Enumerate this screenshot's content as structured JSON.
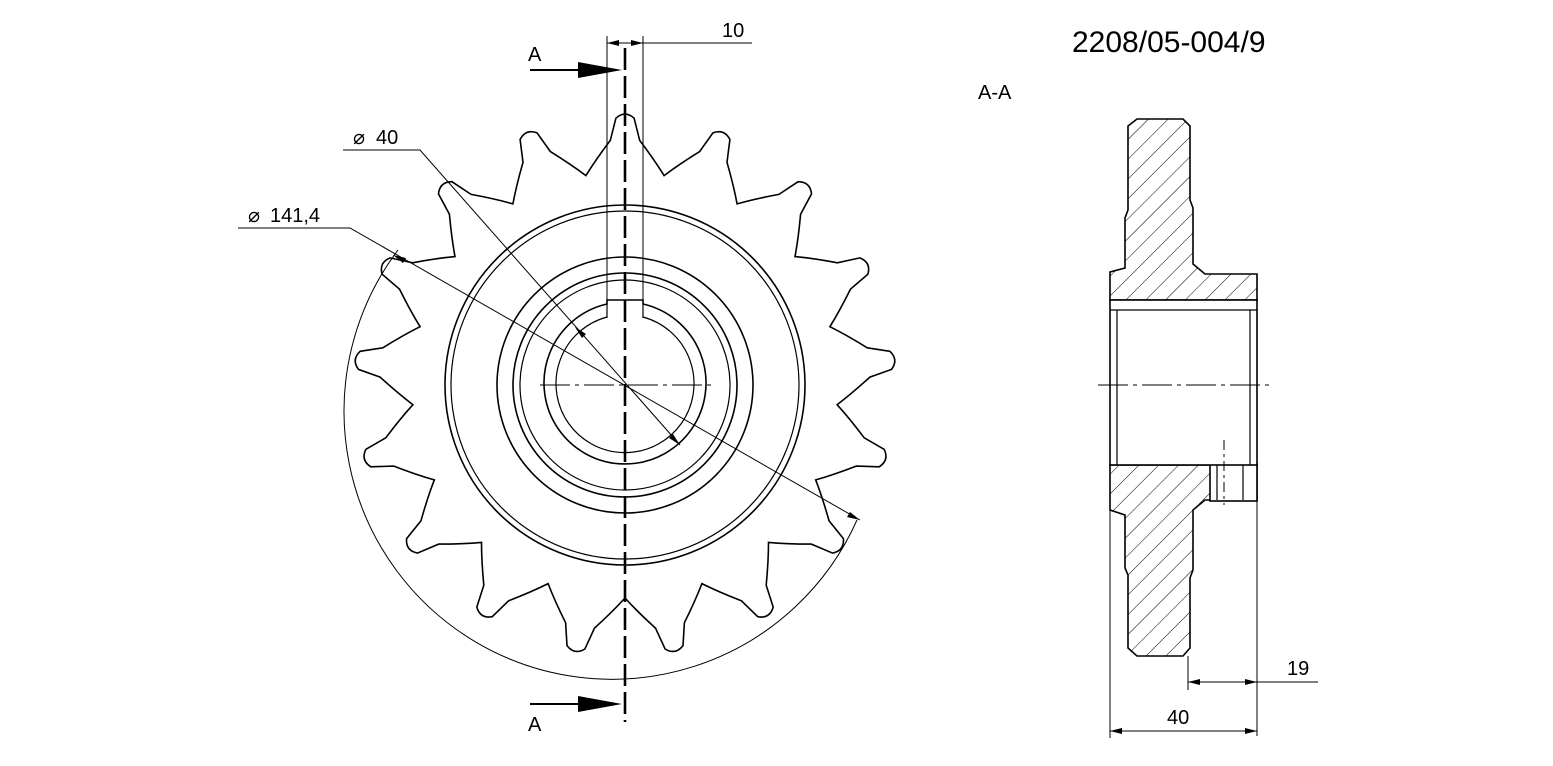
{
  "drawing_number": "2208/05-004/9",
  "section_title": "A-A",
  "section_marker_top": "A",
  "section_marker_bottom": "A",
  "diameter_symbol": "⌀",
  "dimensions": {
    "keyway_width": "10",
    "bore_diameter": "40",
    "outer_diameter": "141,4",
    "hub_length": "19",
    "total_width": "40"
  },
  "sprocket": {
    "teeth": 17
  },
  "colors": {
    "line": "#000000",
    "background": "#ffffff"
  }
}
